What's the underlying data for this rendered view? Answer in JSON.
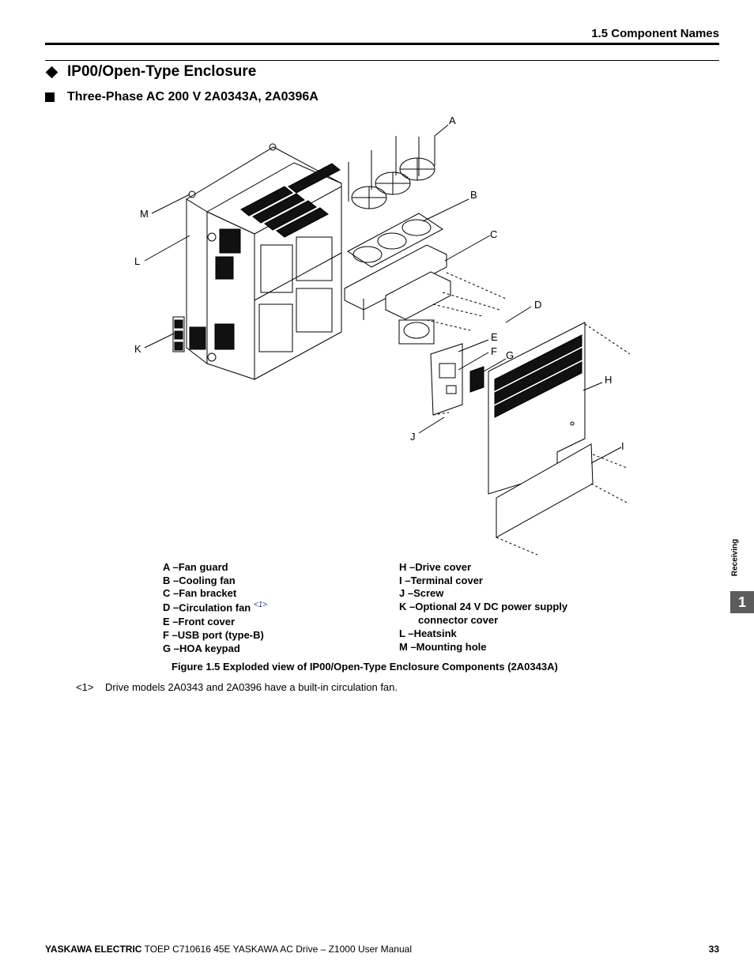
{
  "header": {
    "title": "1.5  Component Names"
  },
  "section": {
    "title": "IP00/Open-Type Enclosure"
  },
  "subsection": {
    "title": "Three-Phase AC 200 V 2A0343A, 2A0396A"
  },
  "figure": {
    "callouts": [
      "A",
      "B",
      "C",
      "D",
      "E",
      "F",
      "G",
      "H",
      "I",
      "J",
      "K",
      "L",
      "M"
    ]
  },
  "legend": {
    "left": [
      {
        "key": "A – ",
        "text": "Fan guard"
      },
      {
        "key": "B – ",
        "text": "Cooling fan"
      },
      {
        "key": "C – ",
        "text": "Fan bracket"
      },
      {
        "key": "D – ",
        "text": "Circulation fan ",
        "ref": "<1>"
      },
      {
        "key": "E – ",
        "text": "Front cover"
      },
      {
        "key": "F – ",
        "text": "USB port (type-B)"
      },
      {
        "key": "G – ",
        "text": "HOA keypad"
      }
    ],
    "right": [
      {
        "key": "H – ",
        "text": "Drive cover"
      },
      {
        "key": "I  – ",
        "text": "Terminal cover"
      },
      {
        "key": "J – ",
        "text": "Screw"
      },
      {
        "key": "K – ",
        "text": "Optional 24 V DC power supply"
      },
      {
        "key": "",
        "text": "connector cover"
      },
      {
        "key": "L – ",
        "text": "Heatsink"
      },
      {
        "key": "M – ",
        "text": "Mounting hole"
      }
    ]
  },
  "caption": "Figure 1.5  Exploded view of IP00/Open-Type Enclosure Components (2A0343A)",
  "footnote": {
    "marker": "<1>",
    "text": "Drive models 2A0343 and 2A0396 have a built-in circulation fan."
  },
  "side_tab": {
    "label": "Receiving",
    "number": "1"
  },
  "footer": {
    "brand": "YASKAWA ELECTRIC",
    "doc": " TOEP C710616 45E YASKAWA AC Drive – Z1000 User Manual",
    "page": "33"
  }
}
